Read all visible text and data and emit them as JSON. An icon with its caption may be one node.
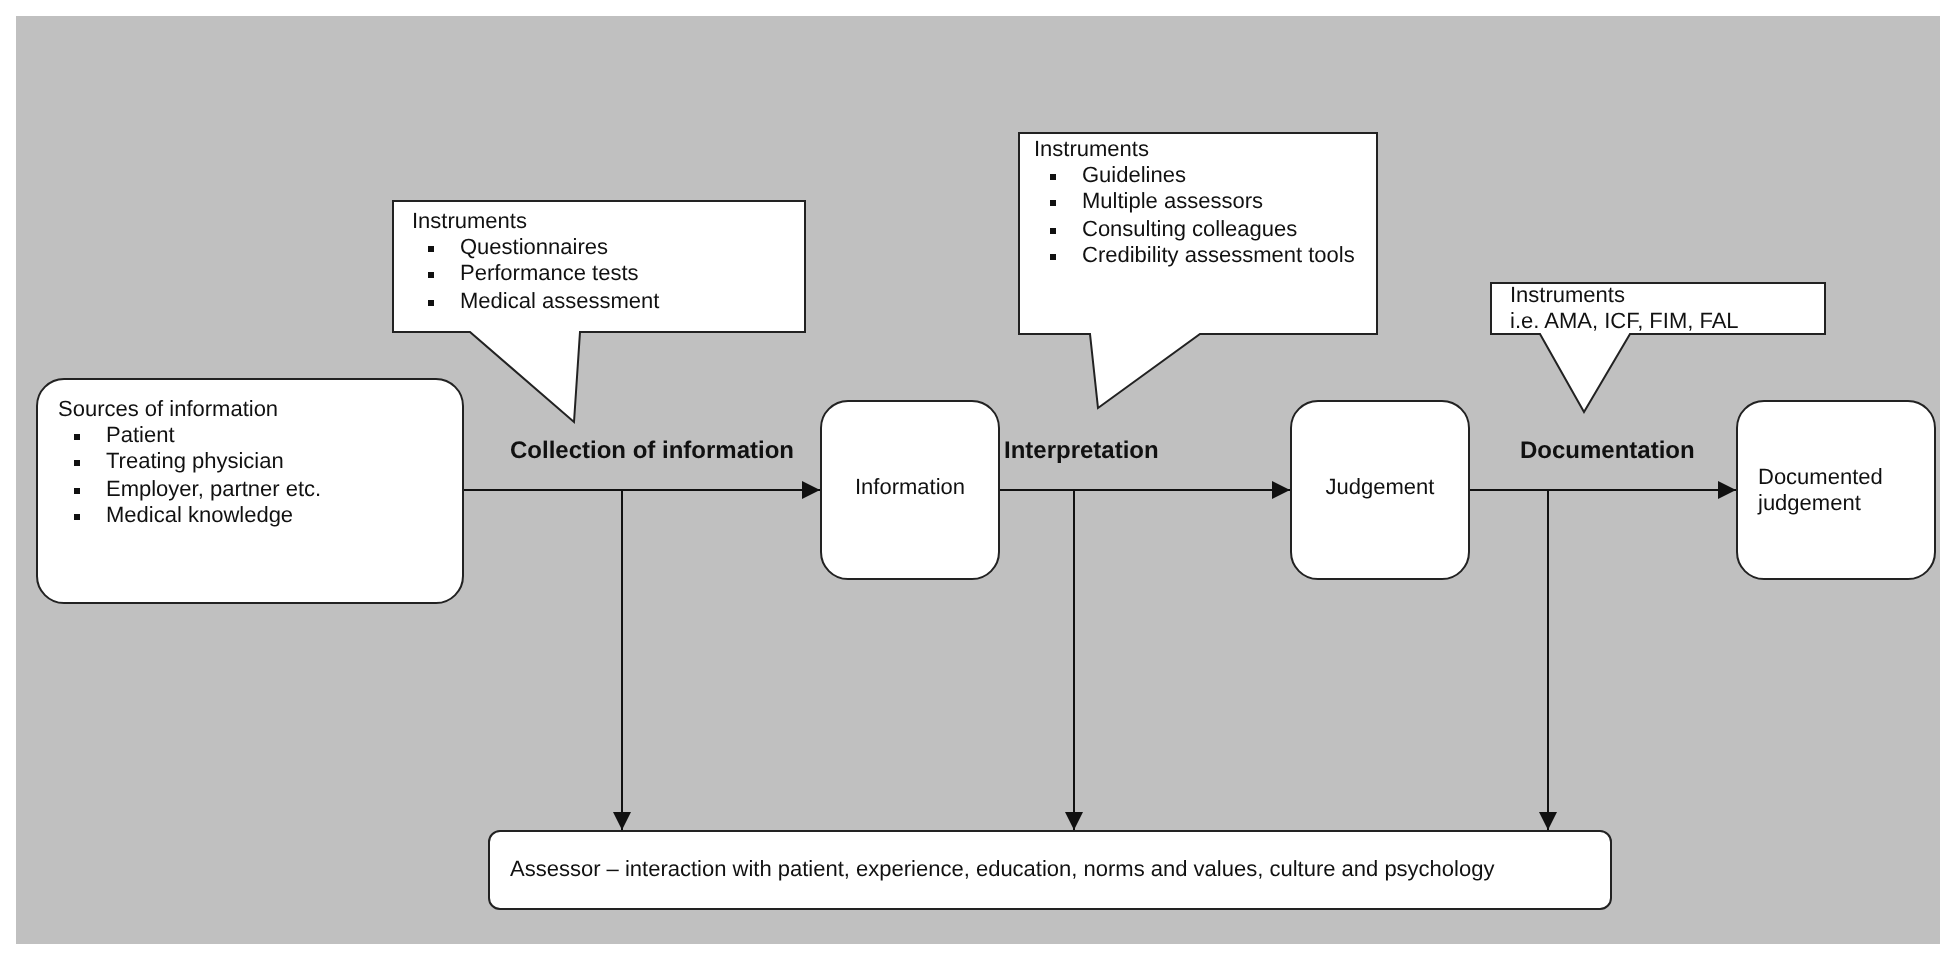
{
  "diagram": {
    "nodes": [
      {
        "text": [
          "Sources of information",
          "Patient",
          "Treating physician",
          "Employer, partner etc.",
          "Medical knowledge"
        ]
      },
      {
        "text": [
          "Information"
        ]
      },
      {
        "text": [
          "Judgement"
        ]
      },
      {
        "text": [
          "Documented judgement"
        ]
      },
      {
        "text": [
          "Assessor  – interaction with patient, experience, education, norms and values, culture and psychology"
        ]
      },
      {
        "text": [
          "Instruments",
          "Questionnaires",
          "Performance tests",
          "Medical assessment"
        ]
      },
      {
        "text": [
          "Instruments",
          "Guidelines",
          "Multiple assessors",
          "Consulting colleagues",
          "Credibility assessment tools"
        ]
      },
      {
        "text": [
          "Instruments",
          "i.e. AMA, ICF, FIM, FAL"
        ]
      }
    ],
    "edges": [
      {
        "from": 0,
        "to": 1,
        "arrow": "to",
        "label": "Collection of information"
      },
      {
        "from": 1,
        "to": 2,
        "arrow": "to",
        "label": "Interpretation"
      },
      {
        "from": 2,
        "to": 3,
        "arrow": "to",
        "label": "Documentation"
      },
      {
        "from": null,
        "to": 4,
        "arrow": "to"
      },
      {
        "from": null,
        "to": 4,
        "arrow": "to"
      },
      {
        "from": null,
        "to": 4,
        "arrow": "to"
      }
    ]
  }
}
